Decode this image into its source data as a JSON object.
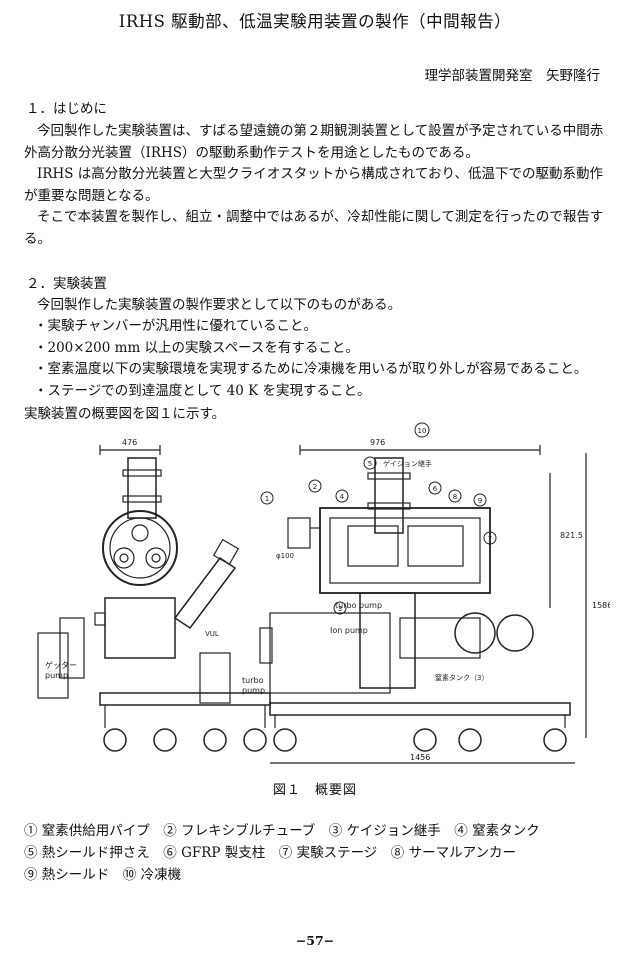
{
  "title": "IRHS 駆動部、低温実験用装置の製作（中間報告）",
  "author": "理学部装置開発室　矢野隆行",
  "section1": {
    "heading": "１．はじめに",
    "paragraphs": [
      "今回製作した実験装置は、すばる望遠鏡の第２期観測装置として設置が予定されている中間赤外高分散分光装置（IRHS）の駆動系動作テストを用途としたものである。",
      "IRHS は高分散分光装置と大型クライオスタットから構成されており、低温下での駆動系動作が重要な問題となる。",
      "そこで本装置を製作し、組立・調整中ではあるが、冷却性能に関して測定を行ったので報告する。"
    ]
  },
  "section2": {
    "heading": "２．実験装置",
    "intro": "今回製作した実験装置の製作要求として以下のものがある。",
    "items": [
      "・実験チャンバーが汎用性に優れていること。",
      "・200×200 mm 以上の実験スペースを有すること。",
      "・室素温度以下の実験環境を実現するために冷凍機を用いるが取り外しが容易であること。",
      "・ステージでの到達温度として 40 K を実現すること。"
    ],
    "figure_ref": "実験装置の概要図を図１に示す。"
  },
  "figure": {
    "caption": "図１　概要図",
    "dims": {
      "left_width": "476",
      "right_width": "976",
      "overall_width": "1456",
      "height_inner": "821.5",
      "height_total": "1586",
      "side": "φ100"
    },
    "labels": {
      "turbo_pump_1": "turbo pump",
      "turbo_pump_2": "turbo",
      "turbo_pump_2b": "pump",
      "ion_pump": "Ion pump",
      "getter_pump_1": "ゲッター",
      "getter_pump_2": "pump",
      "tank": "窒素タンク（3）",
      "top_label": "ゲイジョン継手",
      "vul": "VUL"
    },
    "markers": [
      "1",
      "2",
      "3",
      "4",
      "5",
      "6",
      "7",
      "8",
      "9",
      "10"
    ]
  },
  "legend_lines": [
    "① 窒素供給用パイプ　② フレキシブルチューブ　③ ケイジョン継手　④ 窒素タンク",
    "⑤ 熱シールド押さえ　⑥ GFRP 製支柱　⑦ 実験ステージ　⑧ サーマルアンカー",
    "⑨ 熱シールド　⑩ 冷凍機"
  ],
  "page_number": "−57−"
}
